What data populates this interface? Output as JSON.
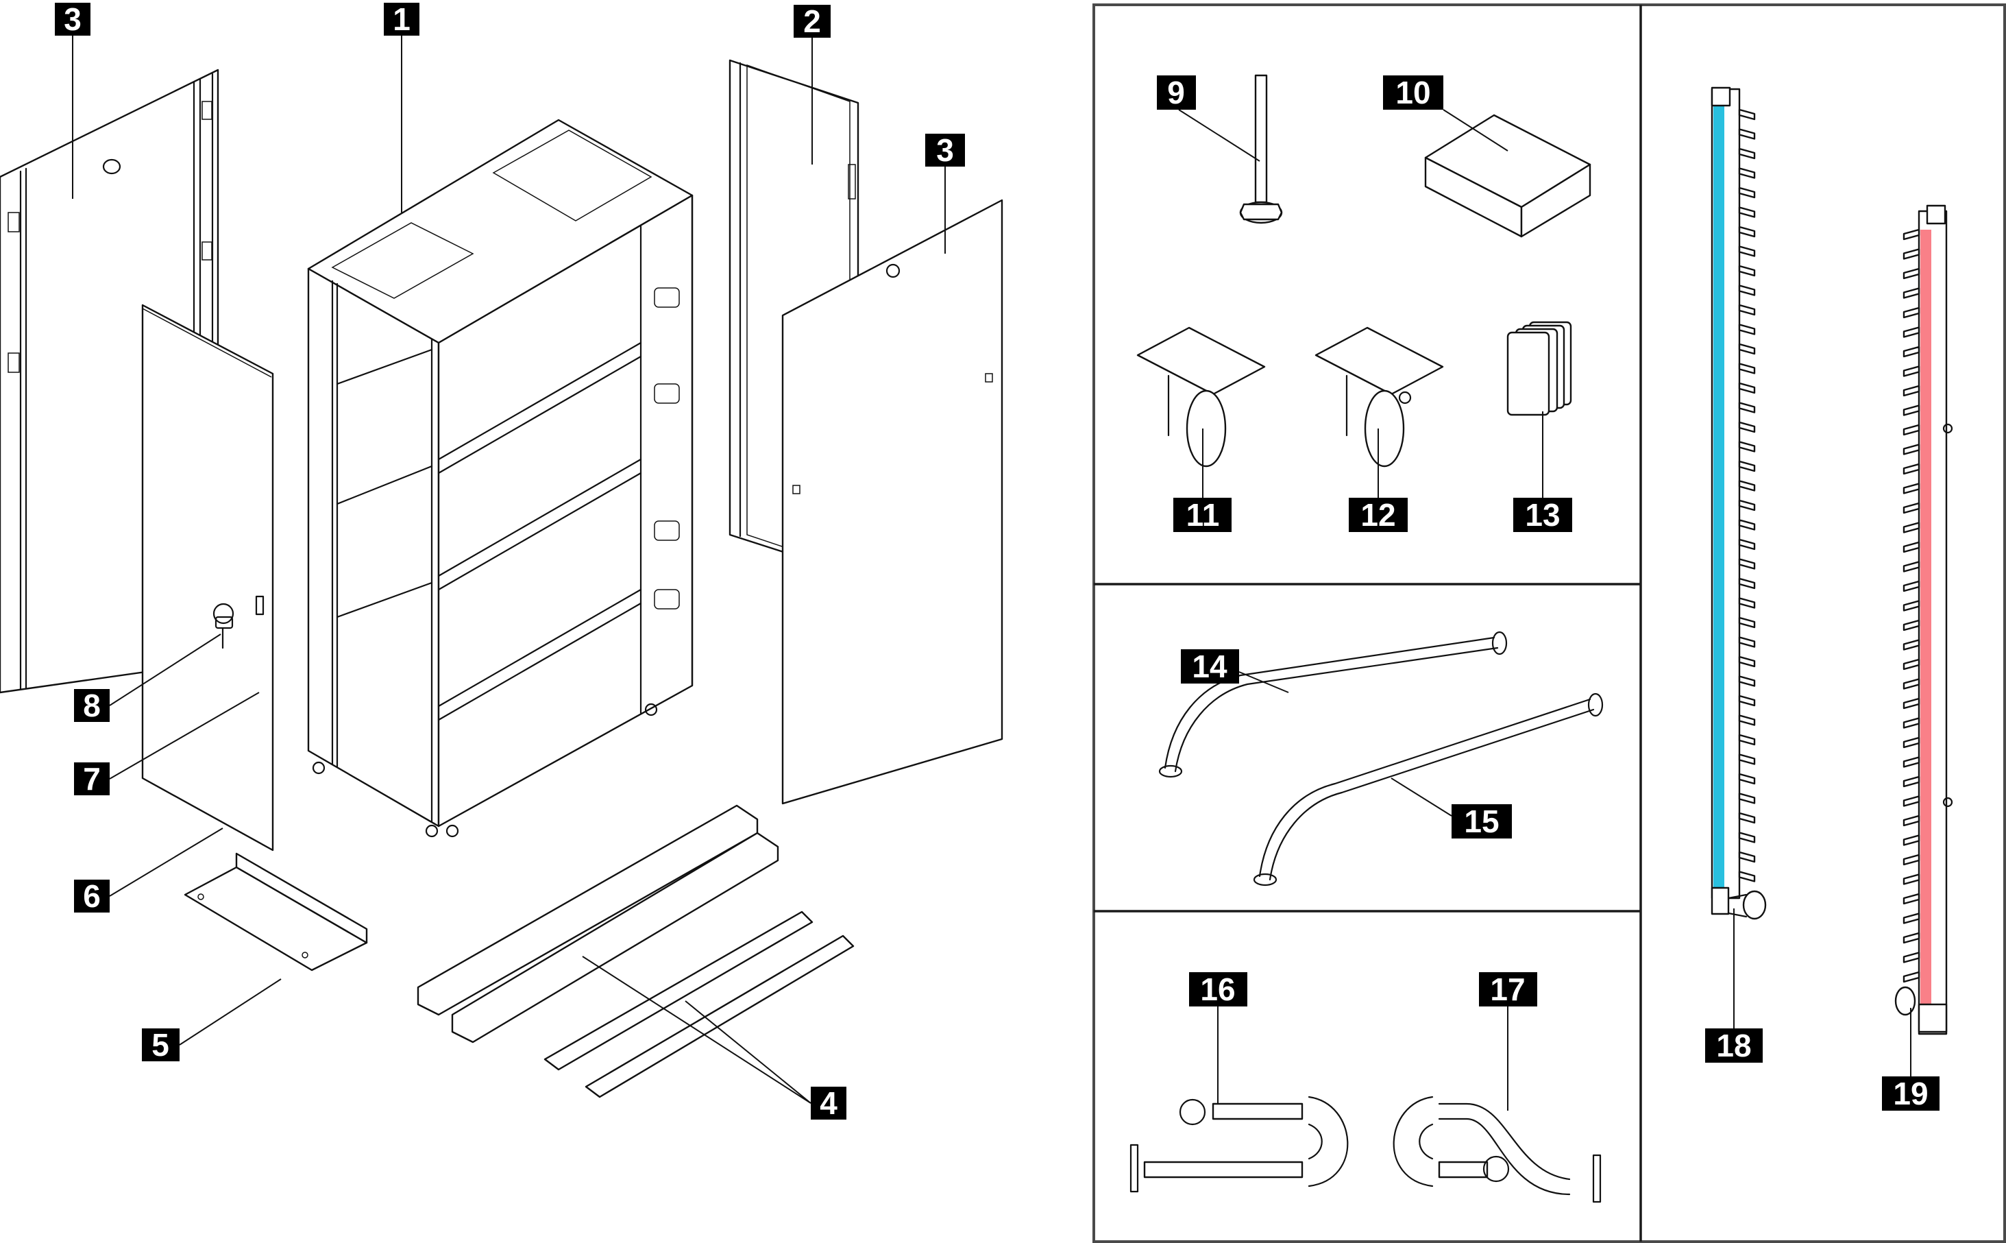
{
  "diagram": {
    "type": "exploded-parts-view",
    "subject": "rack cabinet with doors, side panels, stabilizers, casters, hoses and manifolds",
    "colors": {
      "callout_background": "#000000",
      "callout_text": "#ffffff",
      "line_art": "#111111",
      "frame_border": "#4a4a4a",
      "supply_manifold_fill": "#29c0df",
      "return_manifold_fill": "#f98088"
    },
    "callouts": {
      "c1": "1",
      "c2": "2",
      "c3_left": "3",
      "c3_right": "3",
      "c4": "4",
      "c5": "5",
      "c6": "6",
      "c7": "7",
      "c8": "8",
      "c9": "9",
      "c10": "10",
      "c11": "11",
      "c12": "12",
      "c13": "13",
      "c14": "14",
      "c15": "15",
      "c16": "16",
      "c17": "17",
      "c18": "18",
      "c19": "19"
    },
    "parts": [
      {
        "callout": "1",
        "depicts": "rack-frame"
      },
      {
        "callout": "2",
        "depicts": "rear-door-frame"
      },
      {
        "callout": "3",
        "depicts": "side-panel"
      },
      {
        "callout": "4",
        "depicts": "stabilizer-brackets"
      },
      {
        "callout": "5",
        "depicts": "base-plate"
      },
      {
        "callout": "6",
        "depicts": "front-door"
      },
      {
        "callout": "7",
        "depicts": "door-latch"
      },
      {
        "callout": "8",
        "depicts": "key"
      },
      {
        "callout": "9",
        "depicts": "leveling-foot"
      },
      {
        "callout": "10",
        "depicts": "box"
      },
      {
        "callout": "11",
        "depicts": "fixed-caster"
      },
      {
        "callout": "12",
        "depicts": "locking-caster"
      },
      {
        "callout": "13",
        "depicts": "shim-plates"
      },
      {
        "callout": "14",
        "depicts": "hose"
      },
      {
        "callout": "15",
        "depicts": "hose"
      },
      {
        "callout": "16",
        "depicts": "u-pipe-assembly"
      },
      {
        "callout": "17",
        "depicts": "s-pipe-assembly"
      },
      {
        "callout": "18",
        "depicts": "supply-manifold"
      },
      {
        "callout": "19",
        "depicts": "return-manifold"
      }
    ]
  }
}
